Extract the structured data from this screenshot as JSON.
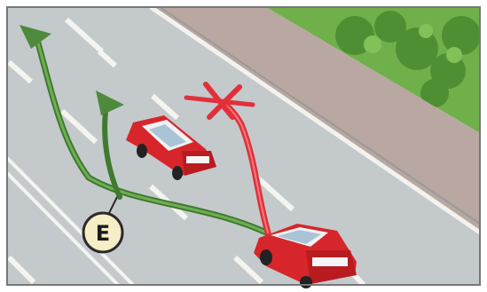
{
  "illustration": {
    "label_letter": "E",
    "colors": {
      "road": "#c4c8ca",
      "sidewalk": "#b8a8a4",
      "grass": "#6fb04a",
      "lane_marking": "#f4f4f0",
      "car_red": "#d6262b",
      "allowed_arrow": "#4e8a3c",
      "forbidden_arrow": "#e0303a",
      "label_fill": "#f5eec6"
    },
    "elements": [
      "road",
      "sidewalk",
      "grass",
      "lane-markings",
      "car-front",
      "car-rear",
      "allowed-path-left",
      "allowed-path-center",
      "forbidden-path",
      "label-e"
    ]
  }
}
